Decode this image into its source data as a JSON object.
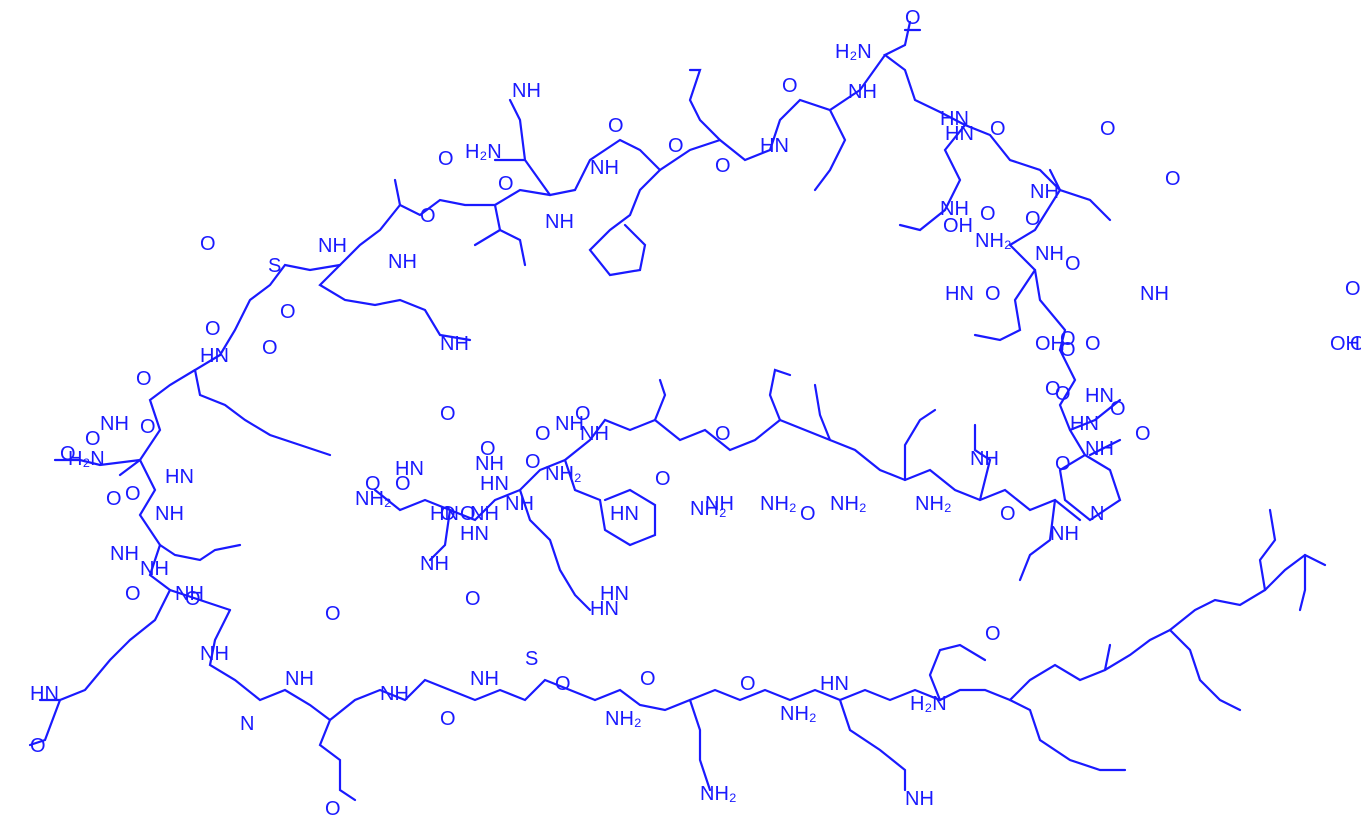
{
  "colors": {
    "ink": "#1a1aff",
    "background": "#ffffff"
  },
  "labels": [
    {
      "id": "nh2-1",
      "t": "H₂N"
    },
    {
      "id": "o-1",
      "t": "O"
    },
    {
      "id": "nh-1",
      "t": "NH"
    },
    {
      "id": "o-2",
      "t": "O"
    },
    {
      "id": "nh-2",
      "t": "HN"
    },
    {
      "id": "o-3",
      "t": "O"
    },
    {
      "id": "o-4",
      "t": "O"
    },
    {
      "id": "o-5",
      "t": "O"
    },
    {
      "id": "nh-3",
      "t": "NH"
    },
    {
      "id": "nh-4",
      "t": "NH"
    },
    {
      "id": "nh2-2",
      "t": "H₂N"
    },
    {
      "id": "o-6",
      "t": "O"
    },
    {
      "id": "nh-5",
      "t": "NH"
    },
    {
      "id": "o-7",
      "t": "O"
    },
    {
      "id": "o-8",
      "t": "O"
    },
    {
      "id": "nh-6",
      "t": "NH"
    },
    {
      "id": "nh-7",
      "t": "NH"
    },
    {
      "id": "s-1",
      "t": "S"
    },
    {
      "id": "o-9",
      "t": "O"
    },
    {
      "id": "o-10",
      "t": "O"
    },
    {
      "id": "nh-8",
      "t": "HN"
    },
    {
      "id": "nh-9",
      "t": "NH"
    },
    {
      "id": "o-11",
      "t": "O"
    },
    {
      "id": "o-12",
      "t": "O"
    },
    {
      "id": "nh-10",
      "t": "HN"
    },
    {
      "id": "nh2-3",
      "t": "H₂N"
    },
    {
      "id": "o-13",
      "t": "O"
    },
    {
      "id": "nh-11",
      "t": "NH"
    },
    {
      "id": "oh-1",
      "t": "OH"
    },
    {
      "id": "o-14",
      "t": "O"
    },
    {
      "id": "nh2-4",
      "t": "NH₂"
    },
    {
      "id": "o-15",
      "t": "O"
    },
    {
      "id": "nh-12",
      "t": "NH"
    },
    {
      "id": "o-16",
      "t": "O"
    },
    {
      "id": "nh-13",
      "t": "HN"
    },
    {
      "id": "o-17",
      "t": "O"
    },
    {
      "id": "nh-14",
      "t": "NH"
    },
    {
      "id": "nh2-5",
      "t": "NH₂"
    },
    {
      "id": "o-18",
      "t": "O"
    },
    {
      "id": "nh-15",
      "t": "HN"
    },
    {
      "id": "oh-2",
      "t": "OH"
    },
    {
      "id": "o-19",
      "t": "O"
    },
    {
      "id": "oh-3",
      "t": "OH"
    },
    {
      "id": "o-20",
      "t": "O"
    },
    {
      "id": "oh-4",
      "t": "OH"
    },
    {
      "id": "nh-16",
      "t": "HN"
    },
    {
      "id": "o-21",
      "t": "O"
    },
    {
      "id": "nh-17",
      "t": "NH"
    },
    {
      "id": "o-22",
      "t": "O"
    },
    {
      "id": "nh-18",
      "t": "HN"
    },
    {
      "id": "o-23",
      "t": "O"
    },
    {
      "id": "o-24",
      "t": "O"
    },
    {
      "id": "n-1",
      "t": "N"
    },
    {
      "id": "oh-5",
      "t": "OH"
    },
    {
      "id": "o-25",
      "t": "O"
    },
    {
      "id": "nh-19",
      "t": "HN"
    },
    {
      "id": "o-26",
      "t": "O"
    },
    {
      "id": "nh-20",
      "t": "NH"
    },
    {
      "id": "o-27",
      "t": "O"
    },
    {
      "id": "o-28",
      "t": "O"
    },
    {
      "id": "nh-21",
      "t": "NH"
    },
    {
      "id": "o-29",
      "t": "O"
    },
    {
      "id": "nh-22",
      "t": "NH"
    },
    {
      "id": "nh2-6",
      "t": "NH₂"
    },
    {
      "id": "o-30",
      "t": "O"
    },
    {
      "id": "nh2-7",
      "t": "NH₂"
    },
    {
      "id": "nh-23",
      "t": "NH"
    },
    {
      "id": "o-31",
      "t": "O"
    },
    {
      "id": "nh2-8",
      "t": "NH₂"
    },
    {
      "id": "o-32",
      "t": "O"
    },
    {
      "id": "nh-24",
      "t": "HN"
    },
    {
      "id": "o-33",
      "t": "O"
    },
    {
      "id": "nh-25",
      "t": "NH"
    },
    {
      "id": "nh2-9",
      "t": "NH₂"
    },
    {
      "id": "o-34",
      "t": "O"
    },
    {
      "id": "nh-26",
      "t": "HN"
    },
    {
      "id": "o-35",
      "t": "O"
    },
    {
      "id": "nh-27",
      "t": "NH"
    },
    {
      "id": "nh-28",
      "t": "HN"
    },
    {
      "id": "o-36",
      "t": "O"
    },
    {
      "id": "hn-29",
      "t": "HN"
    },
    {
      "id": "nh-30",
      "t": "NH"
    },
    {
      "id": "o-37",
      "t": "O"
    },
    {
      "id": "nh-31",
      "t": "HN"
    },
    {
      "id": "o-38",
      "t": "O"
    },
    {
      "id": "o-39",
      "t": "O"
    },
    {
      "id": "nh-32",
      "t": "NH"
    },
    {
      "id": "o-40",
      "t": "O"
    },
    {
      "id": "o-41",
      "t": "O"
    },
    {
      "id": "nh-33",
      "t": "NH"
    },
    {
      "id": "nh-34",
      "t": "HN"
    },
    {
      "id": "o-42",
      "t": "O"
    },
    {
      "id": "nh-35",
      "t": "HN"
    },
    {
      "id": "o-43",
      "t": "O"
    },
    {
      "id": "o-44",
      "t": "O"
    },
    {
      "id": "nh-36",
      "t": "NH"
    },
    {
      "id": "nh2-10",
      "t": "NH₂"
    },
    {
      "id": "o-45",
      "t": "O"
    },
    {
      "id": "nh-37",
      "t": "NH"
    },
    {
      "id": "o-46",
      "t": "O"
    },
    {
      "id": "nh-38",
      "t": "NH"
    },
    {
      "id": "o-47",
      "t": "O"
    },
    {
      "id": "nh-39",
      "t": "NH"
    },
    {
      "id": "o-48",
      "t": "O"
    },
    {
      "id": "nh-40",
      "t": "NH"
    },
    {
      "id": "o-49",
      "t": "O"
    },
    {
      "id": "nh-41",
      "t": "NH"
    },
    {
      "id": "o-50",
      "t": "O"
    },
    {
      "id": "hn-42",
      "t": "HN"
    },
    {
      "id": "o-51",
      "t": "O"
    },
    {
      "id": "nh-43",
      "t": "NH"
    },
    {
      "id": "n-2",
      "t": "N"
    },
    {
      "id": "nh-44",
      "t": "NH"
    },
    {
      "id": "o-52",
      "t": "O"
    },
    {
      "id": "nh-45",
      "t": "NH"
    },
    {
      "id": "o-53",
      "t": "O"
    },
    {
      "id": "nh-46",
      "t": "NH"
    },
    {
      "id": "s-2",
      "t": "S"
    },
    {
      "id": "o-54",
      "t": "O"
    },
    {
      "id": "nh2-11",
      "t": "NH₂"
    },
    {
      "id": "o-55",
      "t": "O"
    },
    {
      "id": "nh2-12",
      "t": "NH₂"
    },
    {
      "id": "o-56",
      "t": "O"
    },
    {
      "id": "nh2-13",
      "t": "NH₂"
    },
    {
      "id": "nh-47",
      "t": "HN"
    },
    {
      "id": "nh-48",
      "t": "NH"
    },
    {
      "id": "nh2-14",
      "t": "H₂N"
    },
    {
      "id": "o-57",
      "t": "O"
    }
  ]
}
